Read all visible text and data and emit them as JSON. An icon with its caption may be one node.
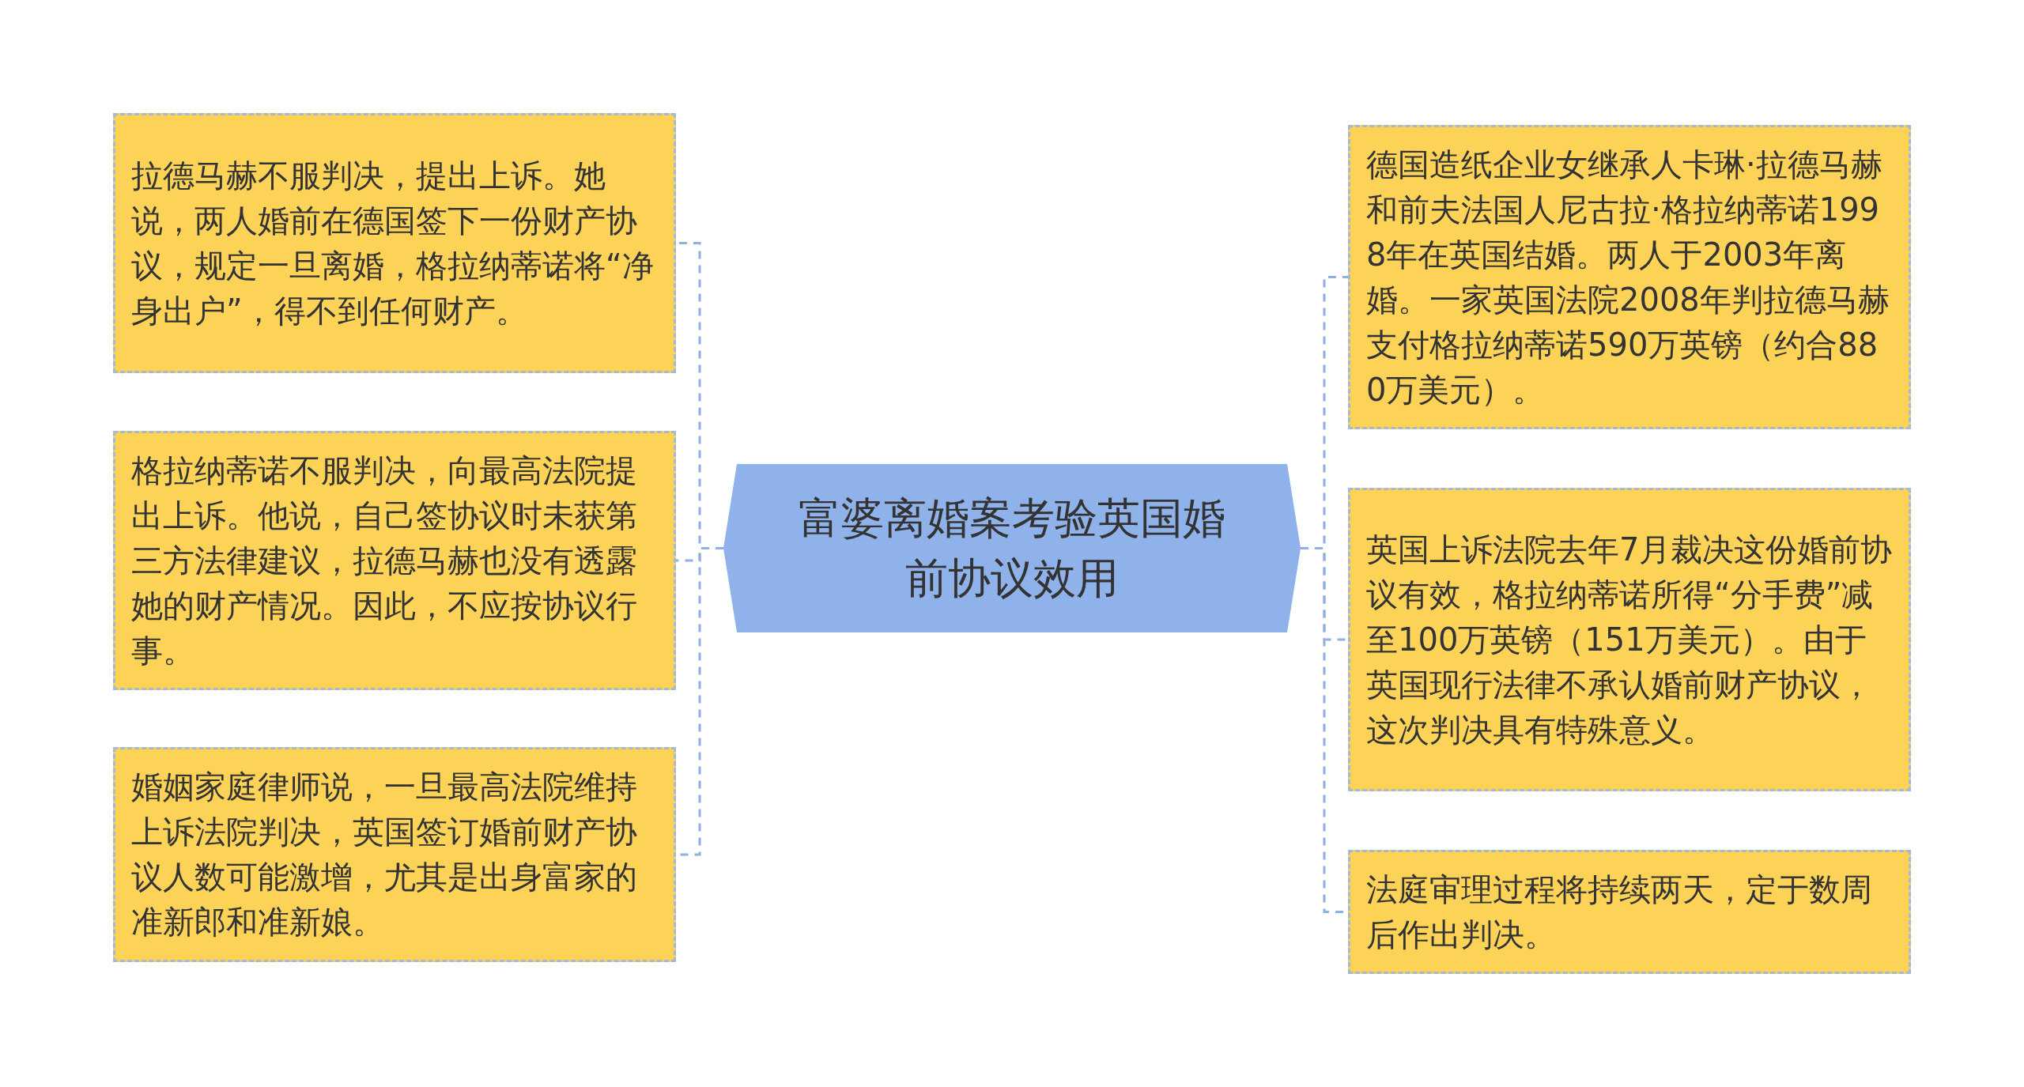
{
  "diagram": {
    "nodes": [
      {
        "text": [
          "富婆离婚案考验英国婚前协议效用"
        ]
      },
      {
        "text": [
          "拉德马赫不服判决，提出上诉。她说，两人婚前在德国签下一份财产协议，规定一旦离婚，格拉纳蒂诺将“净身出户”，得不到任何财产。"
        ]
      },
      {
        "text": [
          "格拉纳蒂诺不服判决，向最高法院提出上诉。他说，自己签协议时未获第三方法律建议，拉德马赫也没有透露她的财产情况。因此，不应按协议行事。"
        ]
      },
      {
        "text": [
          "婚姻家庭律师说，一旦最高法院维持上诉法院判决，英国签订婚前财产协议人数可能激增，尤其是出身富家的准新郎和准新娘。"
        ]
      },
      {
        "text": [
          "德国造纸企业女继承人卡琳·拉德马赫和前夫法国人尼古拉·格拉纳蒂诺1998年在英国结婚。两人于2003年离婚。一家英国法院2008年判拉德马赫支付格拉纳蒂诺590万英镑（约合880万美元）。"
        ]
      },
      {
        "text": [
          "英国上诉法院去年7月裁决这份婚前协议有效，格拉纳蒂诺所得“分手费”减至100万英镑（151万美元）。由于英国现行法律不承认婚前财产协议，这次判决具有特殊意义。"
        ]
      },
      {
        "text": [
          "法庭审理过程将持续两天，定于数周后作出判决。"
        ]
      }
    ],
    "edges": [
      {
        "from": 0,
        "to": 1,
        "arrow": "none",
        "style": "dashed"
      },
      {
        "from": 0,
        "to": 2,
        "arrow": "none",
        "style": "dashed"
      },
      {
        "from": 0,
        "to": 3,
        "arrow": "none",
        "style": "dashed"
      },
      {
        "from": 0,
        "to": 4,
        "arrow": "none",
        "style": "dashed"
      },
      {
        "from": 0,
        "to": 5,
        "arrow": "none",
        "style": "dashed"
      },
      {
        "from": 0,
        "to": 6,
        "arrow": "none",
        "style": "dashed"
      }
    ]
  }
}
